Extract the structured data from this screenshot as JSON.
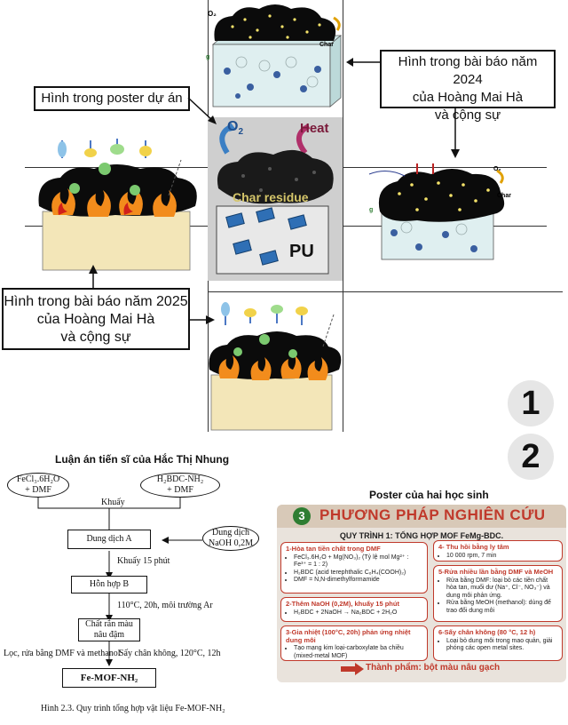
{
  "labels": {
    "poster_du_an": "Hình trong poster dự án",
    "bai_bao_2024": [
      "Hình trong bài báo năm 2024",
      "của Hoàng Mai Hà",
      "và cộng sự"
    ],
    "bai_bao_2025": [
      "Hình trong bài báo năm 2025",
      "của Hoàng Mai Hà",
      "và cộng sự"
    ],
    "luan_an": "Luận án tiến sĩ của Hắc Thị Nhung",
    "poster_hoc_sinh": "Poster của hai học sinh"
  },
  "figure_labels": {
    "o2": "O",
    "o2_sub": "2",
    "heat": "Heat",
    "char_residue": "Char residue",
    "pu": "PU",
    "char": "Char",
    "g": "g"
  },
  "numbers": {
    "one": "1",
    "two": "2"
  },
  "flowchart": {
    "input1": [
      "FeCl₃.6H₂O",
      "+ DMF"
    ],
    "input2": [
      "H₂BDC-NH₂",
      "+ DMF"
    ],
    "stir": "Khuấy",
    "solution_a": "Dung dịch A",
    "naoh": [
      "Dung dịch",
      "NaOH 0,2M"
    ],
    "stir15": "Khuấy 15 phút",
    "mixture_b": "Hỗn hợp B",
    "conditions": "110°C, 20h, môi trường Ar",
    "solid": [
      "Chất rắn màu",
      "nâu đậm"
    ],
    "wash": "Lọc, rửa bằng DMF và methanol",
    "dry": "Sấy chân không, 120°C, 12h",
    "product": "Fe-MOF-NH₂",
    "caption": "Hình 2.3. Quy trình tổng hợp vật liệu Fe-MOF-NH₂"
  },
  "poster": {
    "num": "3",
    "title": "PHƯƠNG PHÁP NGHIÊN CỨU",
    "subtitle": "QUY TRÌNH 1: TỔNG HỢP MOF FeMg-BDC.",
    "step1": {
      "h": "1-Hòa tan tiền chất trong DMF",
      "items": [
        "FeCl₃.6H₂O + Mg(NO₃)₂ (Tỷ lệ mol Mg²⁺ : Fe³⁺ = 1 : 2)",
        "H₂BDC (acid terephthalic C₆H₄(COOH)₂)",
        "DMF = N,N-dimethylformamide"
      ]
    },
    "step2": {
      "h": "2-Thêm NaOH (0,2M), khuấy 15 phút",
      "items": [
        "H₂BDC + 2NaOH → Na₂BDC + 2H₂O"
      ]
    },
    "step3": {
      "h": "3-Gia nhiệt (100°C, 20h) phản ứng nhiệt dung môi",
      "items": [
        "Tạo mạng kim loại-carboxylate ba chiều (mixed-metal MOF)"
      ]
    },
    "step4": {
      "h": "4- Thu hồi bằng ly tâm",
      "items": [
        "10 000 rpm, 7 min"
      ]
    },
    "step5": {
      "h": "5-Rửa nhiều lần bằng DMF và MeOH",
      "items": [
        "Rửa bằng DMF: loại bỏ các tiền chất hòa tan, muối dư (Na⁺, Cl⁻, NO₃⁻) và dung môi phản ứng.",
        "Rửa bằng MeOH (methanol): dùng để trao đổi dung môi"
      ]
    },
    "step6": {
      "h": "6-Sấy chân không (80 °C, 12 h)",
      "items": [
        "Loại bỏ dung môi trong mao quản, giải phóng các open metal sites."
      ]
    },
    "product": "Thành phẩm: bột màu nâu gạch"
  },
  "colors": {
    "char_black": "#0b0b0b",
    "foam_beige": "#f3e6b8",
    "foam_teal": "#dfeff0",
    "fire_orange": "#f28c1c",
    "poster_red": "#c0392b",
    "poster_green": "#2e7d32"
  }
}
